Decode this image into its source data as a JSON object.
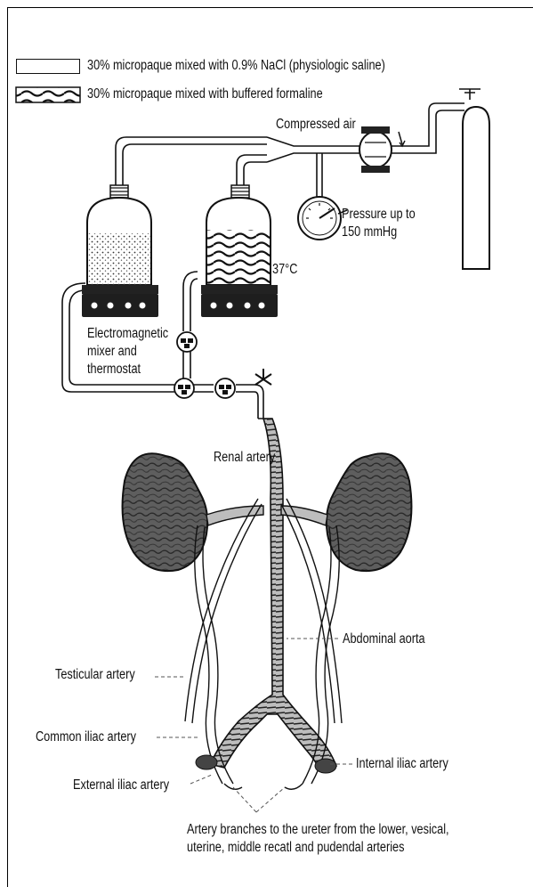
{
  "legend": {
    "items": [
      {
        "label": "30% micropaque mixed with 0.9% NaCl (physiologic saline)",
        "pattern": "plain"
      },
      {
        "label": "30% micropaque mixed with buffered formaline",
        "pattern": "wavy"
      }
    ]
  },
  "labels": {
    "compressed_air": "Compressed air",
    "pressure_line1": "Pressure up to",
    "pressure_line2": "150 mmHg",
    "temperature": "37°C",
    "mixer_line1": "Electromagnetic",
    "mixer_line2": "mixer and",
    "mixer_line3": "thermostat",
    "renal_artery": "Renal artery",
    "abdominal_aorta": "Abdominal aorta",
    "testicular_artery": "Testicular artery",
    "common_iliac": "Common iliac artery",
    "internal_iliac": "Internal iliac artery",
    "external_iliac": "External iliac artery",
    "branches_line1": "Artery branches to the ureter from the lower, vesical,",
    "branches_line2": "uterine, middle recatl and pudendal arteries"
  },
  "colors": {
    "ink": "#111111",
    "kidney_fill": "#5a5a5a",
    "paper": "#ffffff"
  }
}
